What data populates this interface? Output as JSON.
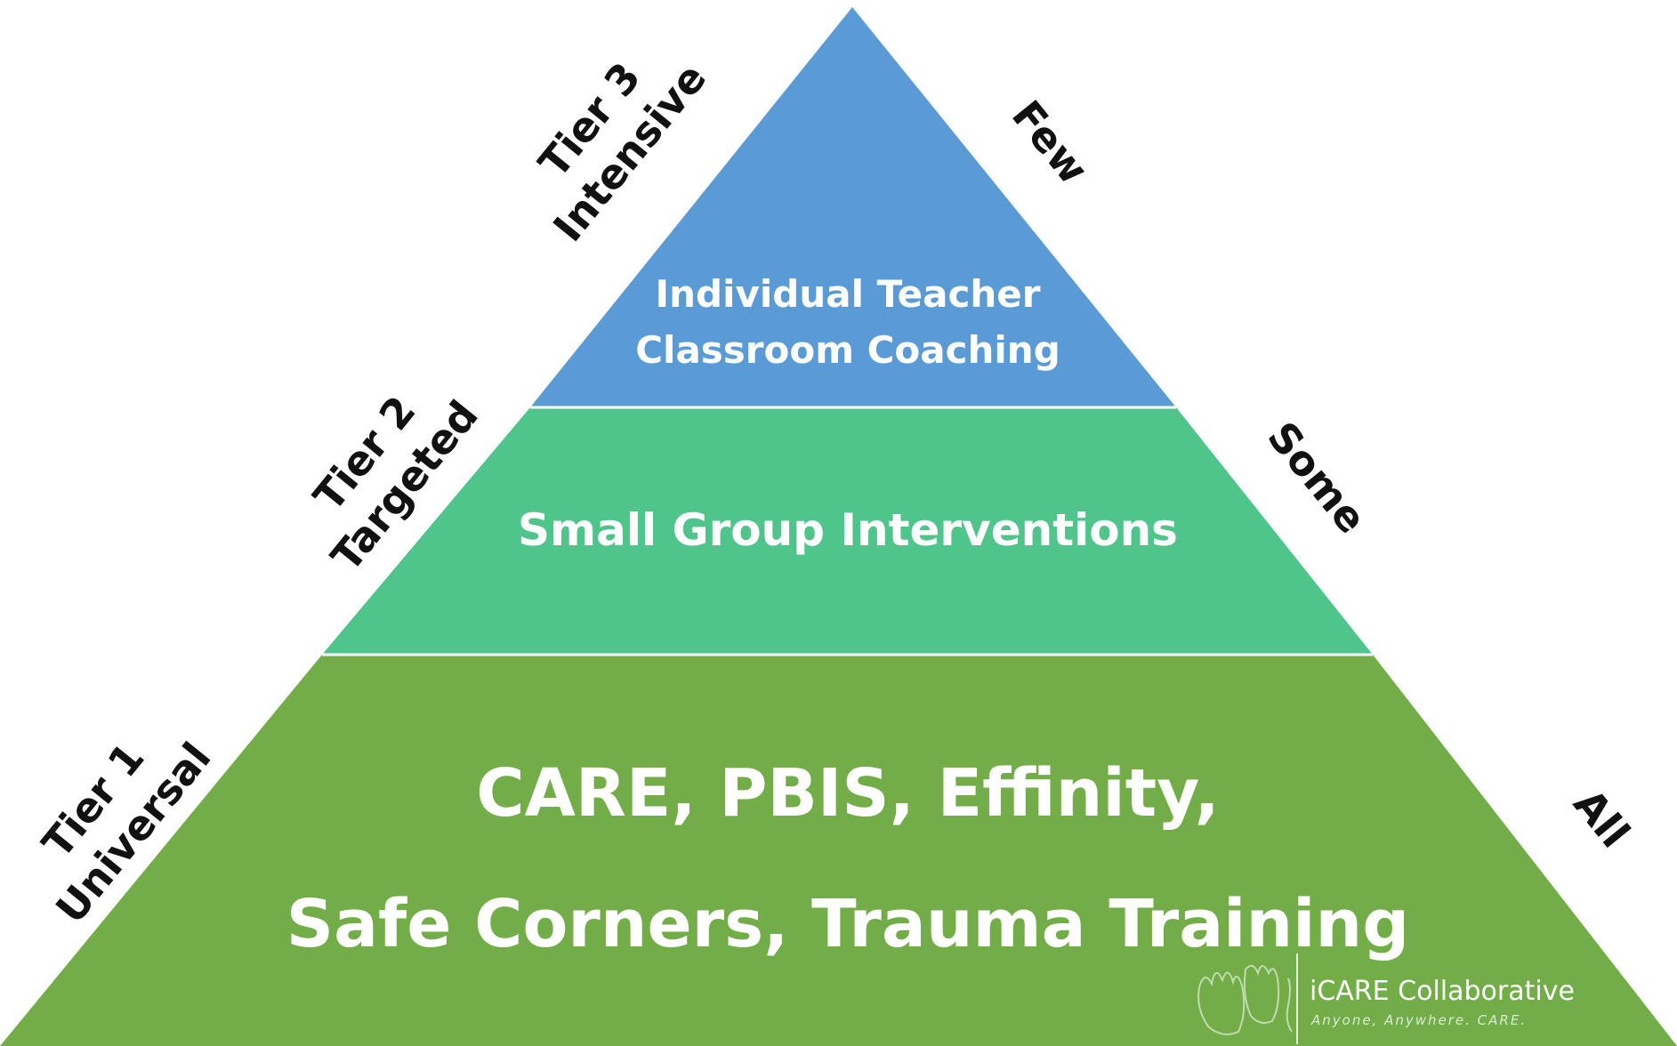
{
  "tiers": {
    "tier3": {
      "side_label_line1": "Tier 3",
      "side_label_line2": "Intensive",
      "body_line1": "Individual Teacher",
      "body_line2": "Classroom Coaching",
      "reach": "Few",
      "color": "#5b9bd5"
    },
    "tier2": {
      "side_label_line1": "Tier 2",
      "side_label_line2": "Targeted",
      "body_line1": "Small Group Interventions",
      "reach": "Some",
      "color": "#4fc48b"
    },
    "tier1": {
      "side_label_line1": "Tier 1",
      "side_label_line2": "Universal",
      "body_line1": "CARE, PBIS, Effinity,",
      "body_line2": "Safe Corners, Trauma Training",
      "reach": "All",
      "color": "#72ad47"
    }
  },
  "logo": {
    "name": "iCARE Collaborative",
    "tagline": "Anyone, Anywhere. CARE."
  }
}
